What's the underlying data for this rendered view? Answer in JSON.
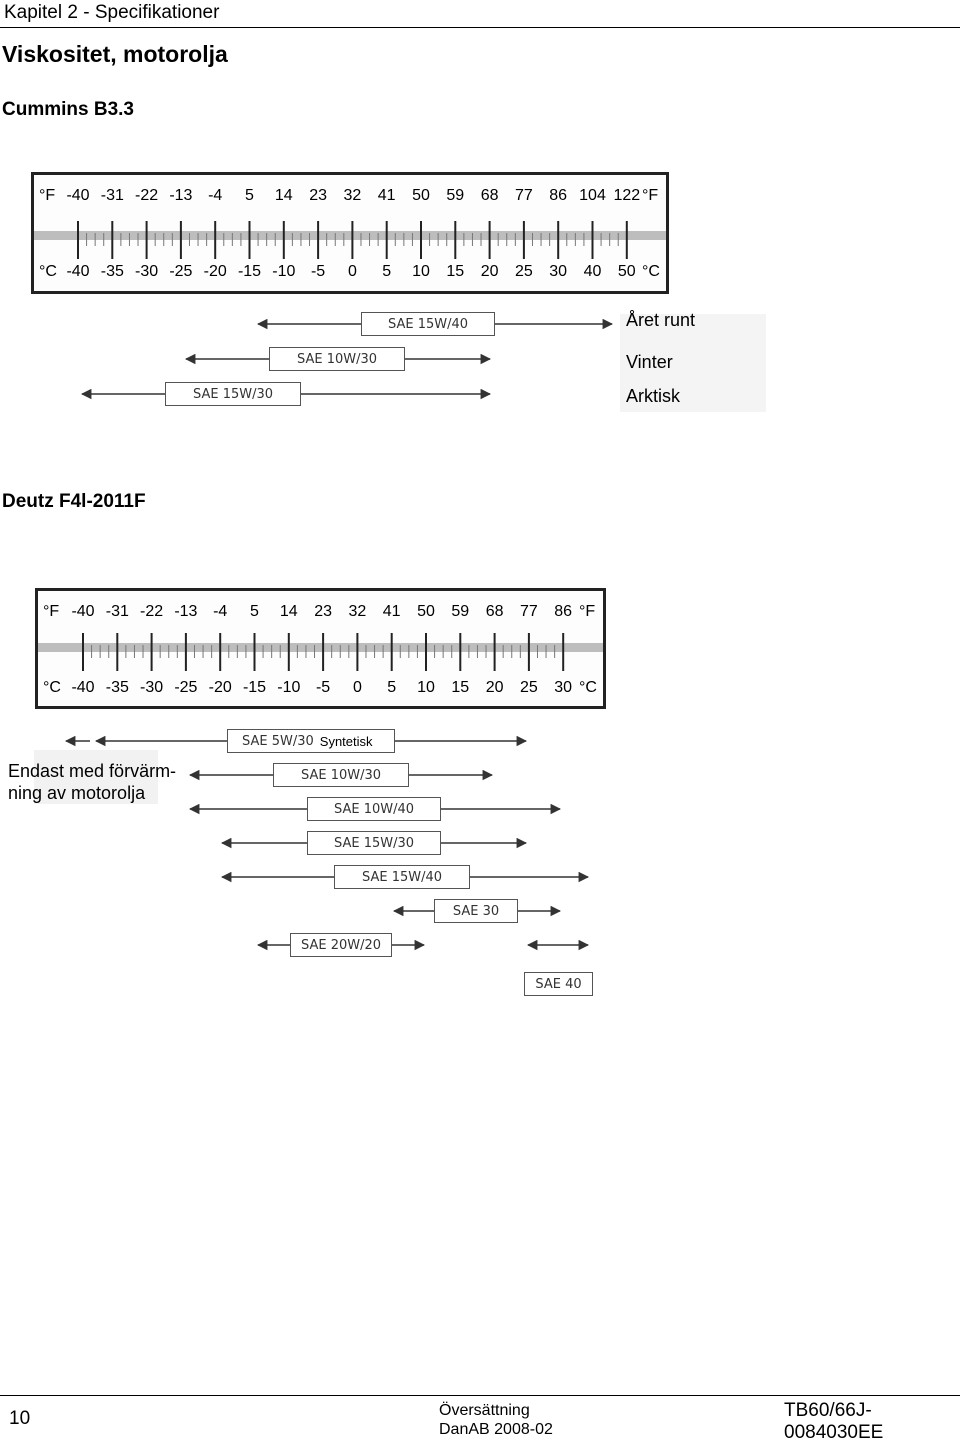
{
  "header": {
    "chapter": "Kapitel 2 - Specifikationer"
  },
  "page_title": "Viskositet, motorolja",
  "section1": {
    "heading": "Cummins B3.3",
    "fahrenheit_unit": "°F",
    "celsius_unit": "°C",
    "fahrenheit": [
      "-40",
      "-31",
      "-22",
      "-13",
      "-4",
      "5",
      "14",
      "23",
      "32",
      "41",
      "50",
      "59",
      "68",
      "77",
      "86",
      "104",
      "122"
    ],
    "celsius": [
      "-40",
      "-35",
      "-30",
      "-25",
      "-20",
      "-15",
      "-10",
      "-5",
      "0",
      "5",
      "10",
      "15",
      "20",
      "25",
      "30",
      "40",
      "50"
    ],
    "oils": [
      {
        "label": "SAE 15W/40",
        "legend": "Året runt"
      },
      {
        "label": "SAE 10W/30",
        "legend": "Vinter"
      },
      {
        "label": "SAE 15W/30",
        "legend": "Arktisk"
      }
    ]
  },
  "section2": {
    "heading": "Deutz  F4l-2011F",
    "fahrenheit_unit": "°F",
    "celsius_unit": "°C",
    "fahrenheit": [
      "-40",
      "-31",
      "-22",
      "-13",
      "-4",
      "5",
      "14",
      "23",
      "32",
      "41",
      "50",
      "59",
      "68",
      "77",
      "86"
    ],
    "celsius": [
      "-40",
      "-35",
      "-30",
      "-25",
      "-20",
      "-15",
      "-10",
      "-5",
      "0",
      "5",
      "10",
      "15",
      "20",
      "25",
      "30"
    ],
    "synthetic_label": "Syntetisk",
    "preheat_note_line1": "Endast med förvärm-",
    "preheat_note_line2": "ning av motorolja",
    "oils": [
      {
        "label": "SAE 5W/30"
      },
      {
        "label": "SAE 10W/30"
      },
      {
        "label": "SAE 10W/40"
      },
      {
        "label": "SAE 15W/30"
      },
      {
        "label": "SAE 15W/40"
      },
      {
        "label": "SAE 30"
      },
      {
        "label": "SAE 20W/20"
      },
      {
        "label": "SAE 40"
      }
    ]
  },
  "footer": {
    "page_number": "10",
    "translation_label": "Översättning",
    "translator": "DanAB 2008-02",
    "doc_id": "TB60/66J-0084030EE"
  }
}
